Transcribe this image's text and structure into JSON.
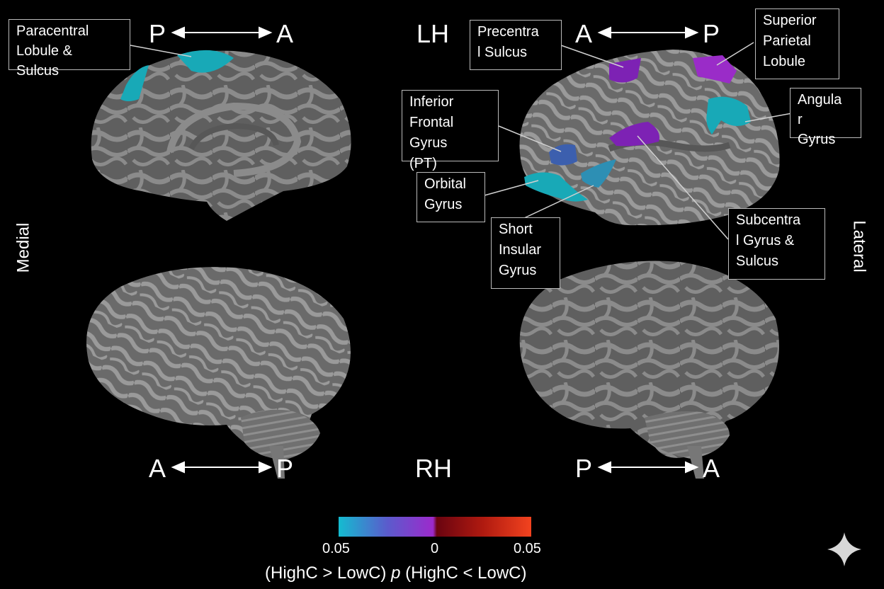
{
  "hemispheres": {
    "left": "LH",
    "right": "RH"
  },
  "views": {
    "medial": "Medial",
    "lateral": "Lateral"
  },
  "directions": {
    "lh_medial": {
      "start": "P",
      "end": "A"
    },
    "lh_lateral": {
      "start": "A",
      "end": "P"
    },
    "rh_medial": {
      "start": "A",
      "end": "P"
    },
    "rh_lateral": {
      "start": "P",
      "end": "A"
    }
  },
  "regions": {
    "paracentral": "Paracentral\nLobule &\nSulcus",
    "precentral": "Precentra\nl Sulcus",
    "superior_parietal": "Superior\nParietal\nLobule",
    "inferior_frontal": "Inferior\nFrontal\nGyrus\n(PT)",
    "angular": "Angula\nr\nGyrus",
    "orbital": "Orbital\nGyrus",
    "short_insular": "Short\nInsular\nGyrus",
    "subcentral": "Subcentra\nl Gyrus &\nSulcus"
  },
  "colorbar": {
    "ticks": [
      "0.05",
      "0",
      "0.05"
    ],
    "caption_left": "(HighC > LowC)",
    "caption_p": "p",
    "caption_right": "(HighC < LowC)",
    "colors": [
      "#14bcd0",
      "#5a5ccc",
      "#9c2acc",
      "#7a0610",
      "#b01a10",
      "#f2431f"
    ]
  },
  "region_colors": {
    "teal": "#18a9b7",
    "purple": "#7d22b4",
    "blue": "#3c5fae"
  },
  "icons": [
    "sparkle-icon"
  ]
}
